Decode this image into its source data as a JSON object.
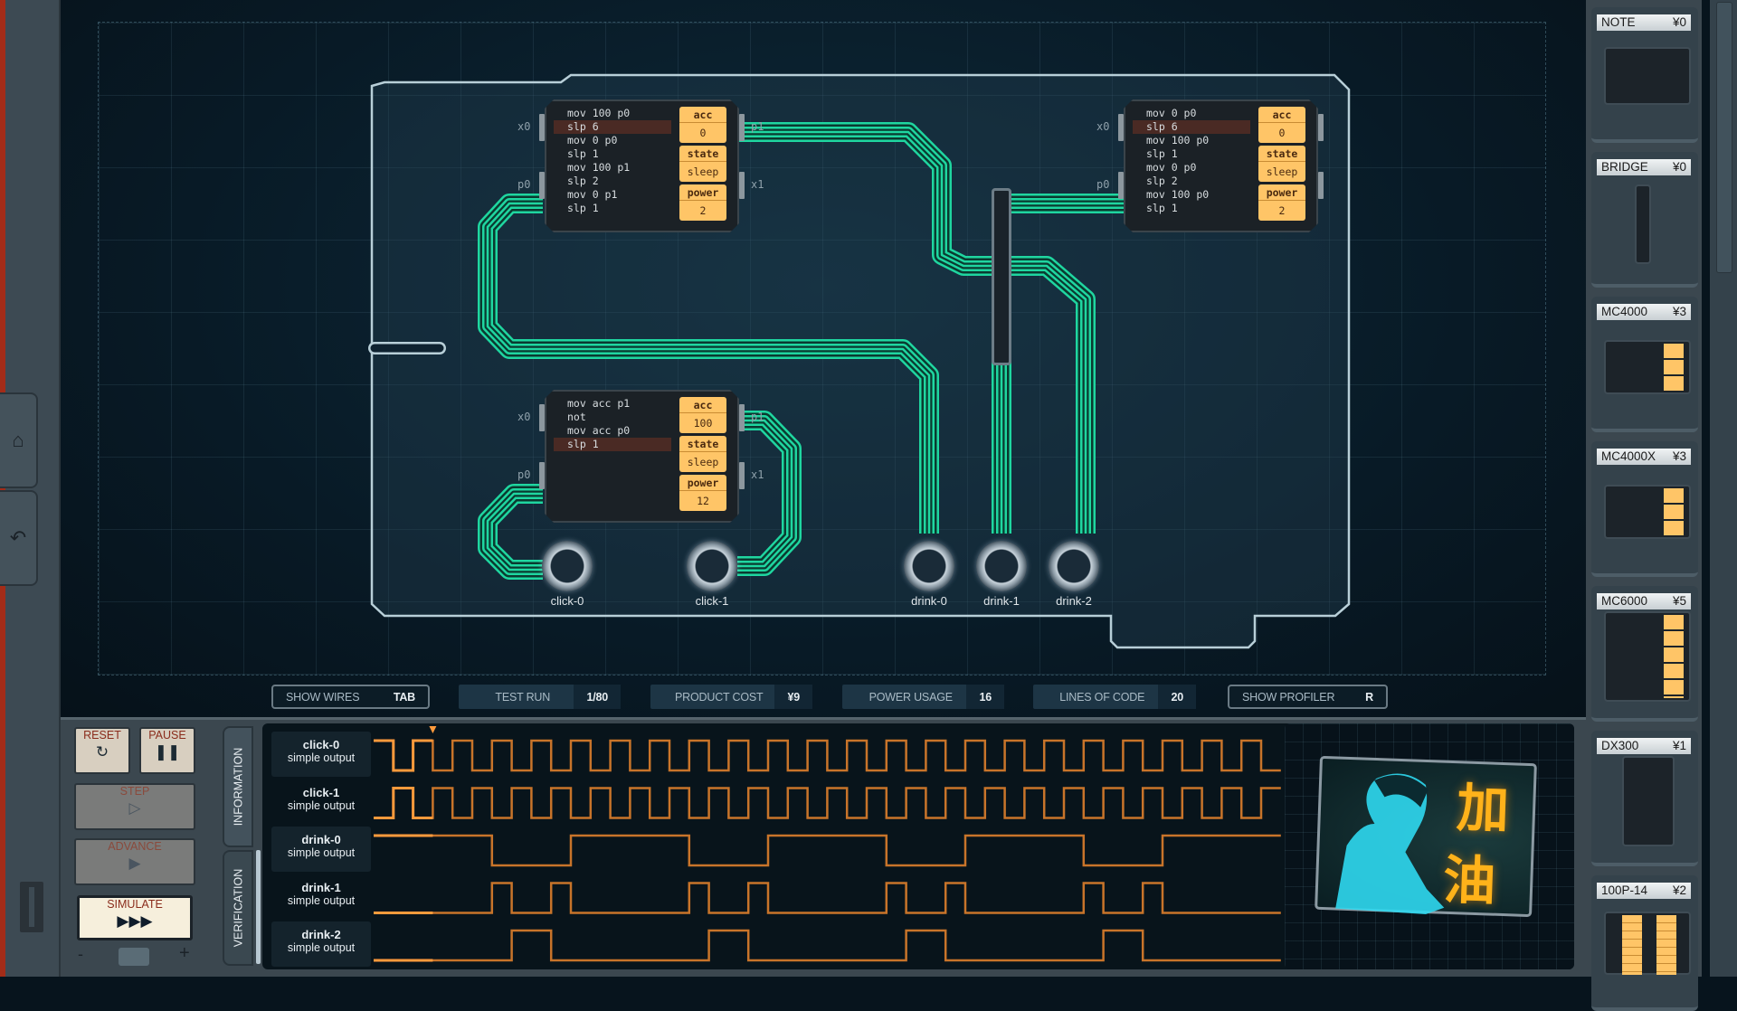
{
  "nav": {
    "home_icon": "home-icon",
    "undo_icon": "undo-icon"
  },
  "chips": [
    {
      "type": "MC4000",
      "code": [
        "mov 100 p0",
        "slp 6",
        "mov 0 p0",
        "slp 1",
        "mov 100 p1",
        "slp 2",
        "mov 0 p1",
        "slp 1"
      ],
      "current_line": 1,
      "registers": [
        {
          "name": "acc",
          "value": "0"
        },
        {
          "name": "state",
          "value": "sleep"
        },
        {
          "name": "power",
          "value": "2"
        }
      ],
      "pins_left": [
        "x0",
        "p0"
      ],
      "pins_right": [
        "p1",
        "x1"
      ]
    },
    {
      "type": "MC4000",
      "code": [
        "mov 0 p0",
        "slp 6",
        "mov 100 p0",
        "slp 1",
        "mov 0 p0",
        "slp 2",
        "mov 100 p0",
        "slp 1"
      ],
      "current_line": 1,
      "registers": [
        {
          "name": "acc",
          "value": "0"
        },
        {
          "name": "state",
          "value": "sleep"
        },
        {
          "name": "power",
          "value": "2"
        }
      ],
      "pins_left": [
        "x0",
        "p0"
      ],
      "pins_right": [
        "",
        ""
      ]
    },
    {
      "type": "MC4000",
      "code": [
        "mov acc p1",
        "not",
        "mov acc p0",
        "slp 1"
      ],
      "current_line": 3,
      "registers": [
        {
          "name": "acc",
          "value": "100"
        },
        {
          "name": "state",
          "value": "sleep"
        },
        {
          "name": "power",
          "value": "12"
        }
      ],
      "pins_left": [
        "x0",
        "p0"
      ],
      "pins_right": [
        "p1",
        "x1"
      ]
    }
  ],
  "io_buttons": [
    "click-0",
    "click-1",
    "drink-0",
    "drink-1",
    "drink-2"
  ],
  "status_bar": {
    "show_wires": {
      "label": "SHOW WIRES",
      "key": "TAB"
    },
    "test_run": {
      "label": "TEST RUN",
      "value": "1/80"
    },
    "product_cost": {
      "label": "PRODUCT COST",
      "value": "¥9"
    },
    "power_usage": {
      "label": "POWER USAGE",
      "value": "16"
    },
    "lines_of_code": {
      "label": "LINES OF CODE",
      "value": "20"
    },
    "show_profiler": {
      "label": "SHOW PROFILER",
      "key": "R"
    }
  },
  "controls": {
    "reset": "RESET",
    "pause": "PAUSE",
    "step": "STEP",
    "advance": "ADVANCE",
    "simulate": "SIMULATE",
    "minus": "-",
    "plus": "+"
  },
  "tabs": {
    "information": "INFORMATION",
    "verification": "VERIFICATION"
  },
  "signals": [
    {
      "name": "click-0",
      "type": "simple output",
      "values": [
        1,
        0,
        1,
        0,
        1,
        0,
        1,
        0,
        1,
        0,
        1,
        0,
        1,
        0,
        1,
        0,
        1,
        0,
        1,
        0,
        1,
        0,
        1,
        0,
        1,
        0,
        1,
        0,
        1,
        0,
        1,
        0,
        1,
        0,
        1,
        0,
        1,
        0,
        1,
        0,
        1,
        0,
        1,
        0,
        1,
        0
      ]
    },
    {
      "name": "click-1",
      "type": "simple output",
      "values": [
        0,
        1,
        0,
        1,
        0,
        1,
        0,
        1,
        0,
        1,
        0,
        1,
        0,
        1,
        0,
        1,
        0,
        1,
        0,
        1,
        0,
        1,
        0,
        1,
        0,
        1,
        0,
        1,
        0,
        1,
        0,
        1,
        0,
        1,
        0,
        1,
        0,
        1,
        0,
        1,
        0,
        1,
        0,
        1,
        0,
        1
      ]
    },
    {
      "name": "drink-0",
      "type": "simple output",
      "values": [
        1,
        1,
        1,
        1,
        1,
        1,
        0,
        0,
        0,
        0,
        1,
        1,
        1,
        1,
        1,
        1,
        0,
        0,
        0,
        0,
        1,
        1,
        1,
        1,
        1,
        1,
        0,
        0,
        0,
        0,
        1,
        1,
        1,
        1,
        1,
        1,
        0,
        0,
        0,
        0,
        1,
        1,
        1,
        1,
        1,
        1
      ]
    },
    {
      "name": "drink-1",
      "type": "simple output",
      "values": [
        0,
        0,
        0,
        0,
        0,
        0,
        1,
        0,
        0,
        1,
        0,
        0,
        0,
        0,
        0,
        0,
        1,
        0,
        0,
        1,
        0,
        0,
        0,
        0,
        0,
        0,
        1,
        0,
        0,
        1,
        0,
        0,
        0,
        0,
        0,
        0,
        1,
        0,
        0,
        1,
        0,
        0,
        0,
        0,
        0,
        0
      ]
    },
    {
      "name": "drink-2",
      "type": "simple output",
      "values": [
        0,
        0,
        0,
        0,
        0,
        0,
        0,
        1,
        1,
        0,
        0,
        0,
        0,
        0,
        0,
        0,
        0,
        1,
        1,
        0,
        0,
        0,
        0,
        0,
        0,
        0,
        0,
        1,
        1,
        0,
        0,
        0,
        0,
        0,
        0,
        0,
        0,
        1,
        1,
        0,
        0,
        0,
        0,
        0,
        0,
        0
      ]
    }
  ],
  "simulated_steps": 3,
  "poster": {
    "text1": "加",
    "text2": "油"
  },
  "palette": [
    {
      "name": "NOTE",
      "price": "¥0"
    },
    {
      "name": "BRIDGE",
      "price": "¥0"
    },
    {
      "name": "MC4000",
      "price": "¥3"
    },
    {
      "name": "MC4000X",
      "price": "¥3"
    },
    {
      "name": "MC6000",
      "price": "¥5"
    },
    {
      "name": "DX300",
      "price": "¥1"
    },
    {
      "name": "100P-14",
      "price": "¥2"
    }
  ],
  "colors": {
    "wire": "#1fd6a0",
    "wave": "#c8742a",
    "wave_active": "#ff9a3c",
    "register": "#ffc567"
  }
}
